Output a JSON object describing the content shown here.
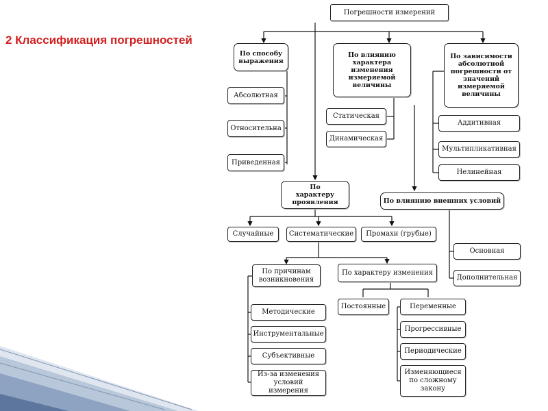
{
  "slide": {
    "title": "2 Классификация погрешностей"
  },
  "diagram": {
    "root": "Погрешности измерений",
    "by_expression": "По способу выражения",
    "by_influence_change": "По влиянию характера изменения измеряемой величины",
    "by_dependence": "По зависимости абсолютной погрешности от значений измеряемой величины",
    "absolute": "Абсолютная",
    "relative": "Относительна",
    "reduced": "Приведенная",
    "static": "Статическая",
    "dynamic": "Динамическая",
    "additive": "Аддитивная",
    "multiplicative": "Мультипликативная",
    "nonlinear": "Нелинейная",
    "by_manifestation": "По характеру проявления",
    "by_external": "По влиянию внешних условий",
    "random": "Случайные",
    "systematic": "Систематические",
    "gross": "Промахи (грубые)",
    "main": "Основная",
    "additional": "Дополнительная",
    "by_causes": "По причинам возникновения",
    "by_change_character": "По характеру изменения",
    "methodical": "Методические",
    "instrumental": "Инструментальные",
    "subjective": "Субъективные",
    "conditions": "Из-за изменения условий измерения",
    "constant": "Постоянные",
    "variable": "Переменные",
    "progressive": "Прогрессивные",
    "periodic": "Периодические",
    "complex_law": "Изменяющиеся по сложному закону"
  }
}
